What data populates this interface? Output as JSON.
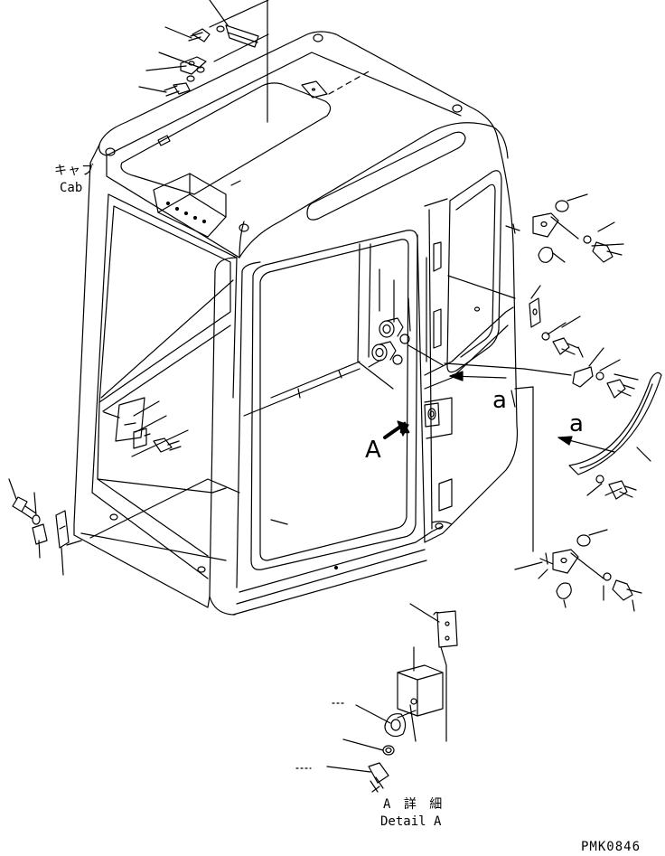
{
  "labels": {
    "cab_ja": "キャブ",
    "cab_en": "Cab",
    "detail_ja": "A 詳 細",
    "detail_en": "Detail A",
    "view_a": "A",
    "ref_a1": "a",
    "ref_a2": "a",
    "drawing_code": "PMK0846"
  }
}
